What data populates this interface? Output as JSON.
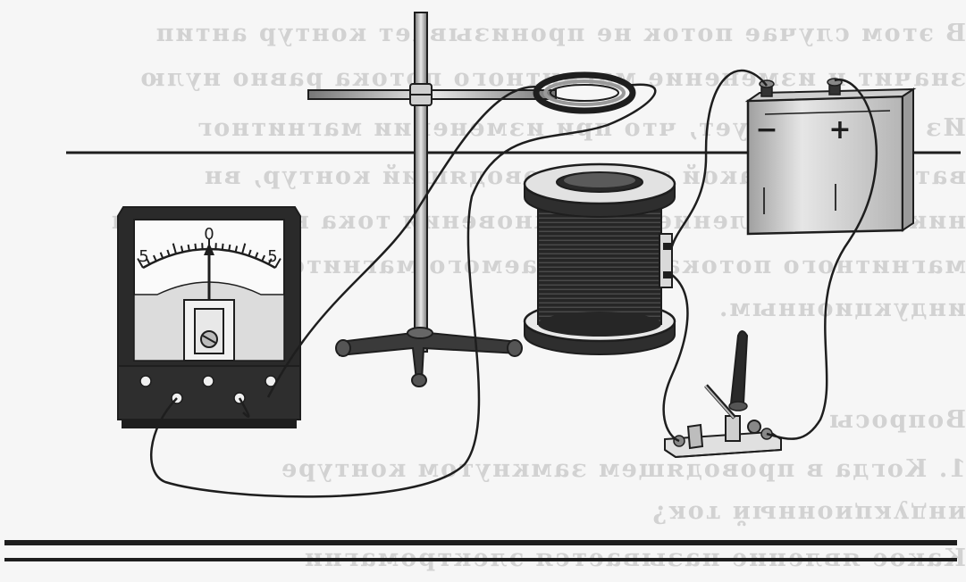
{
  "ghost_text": {
    "line1": "В этом случае поток не пронизывает контур антип",
    "line2": "значит и изменение магнитного потока равно нулю",
    "line3": "Из этого следует, что при изменении магнитног",
    "line4": "ваться ток. Такой ток в проводящий контур, вн",
    "line5": "ника тока. Явление возникновения тока в замкнутом",
    "line6": "магнитного потока, создаваемого магнитом, назы",
    "line7": "индукционным.",
    "line8": "Вопросы",
    "line9": "1. Когда в проводящем замкнутом контуре",
    "line10": "индукционный ток?",
    "line11": "Какое явление называется электромагни"
  },
  "galvanometer": {
    "scale_left": "5",
    "scale_center": "0",
    "scale_right": "5"
  },
  "battery": {
    "minus": "−",
    "plus": "+"
  },
  "colors": {
    "ink": "#1e1e1e",
    "dark": "#2a2a2a",
    "mid": "#8c8c8c",
    "light": "#d8d8d8",
    "paper": "#f6f6f6"
  }
}
